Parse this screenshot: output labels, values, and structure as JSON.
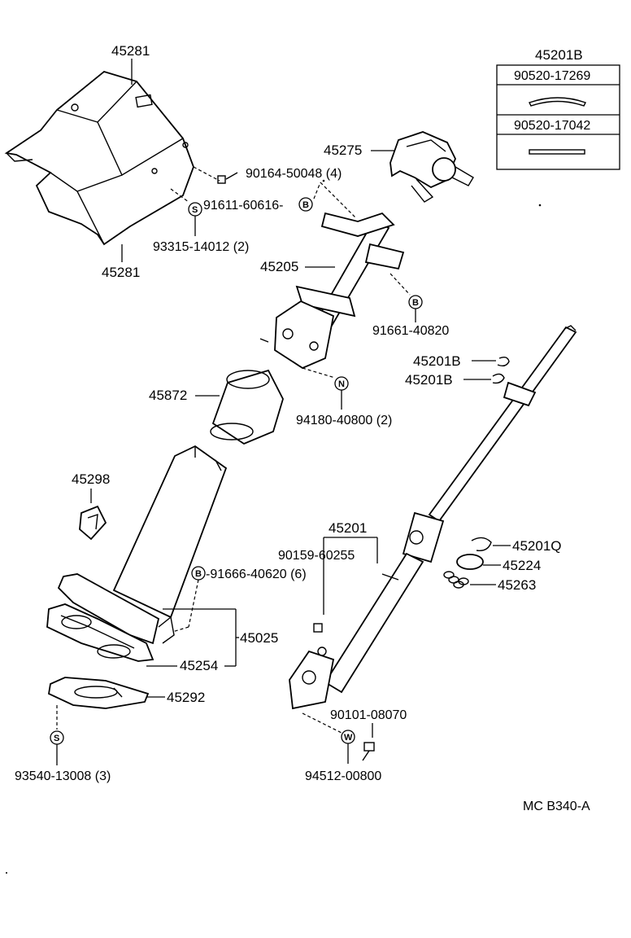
{
  "labels": {
    "p45281_top": "45281",
    "p45281_bottom": "45281",
    "p90164": "90164-50048 (4)",
    "p91611": "91611-60616-",
    "p93315": "93315-14012 (2)",
    "p45275": "45275",
    "p45205": "45205",
    "p91661": "91661-40820",
    "p45872": "45872",
    "p94180": "94180-40800 (2)",
    "p45201B_a": "45201B",
    "p45201B_b": "45201B",
    "p45298": "45298",
    "p91666": "-91666-40620 (6)",
    "p45025": "45025",
    "p45254": "45254",
    "p45292": "45292",
    "p93540": "93540-13008 (3)",
    "p45201": "45201",
    "p90159": "90159-60255",
    "p45201Q": "45201Q",
    "p45224": "45224",
    "p45263": "45263",
    "p90101": "90101-08070",
    "p94512": "94512-00800",
    "footer_code": "MC B340-A"
  },
  "kit_box": {
    "title": "45201B",
    "row1": "90520-17269",
    "row2": "90520-17042"
  },
  "marks": {
    "s": "S",
    "b": "B",
    "n": "N",
    "w": "W"
  }
}
